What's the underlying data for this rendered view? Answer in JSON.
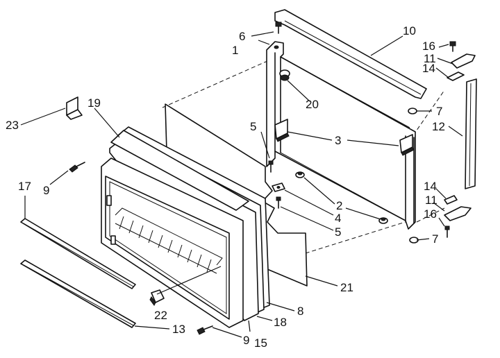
{
  "callouts": {
    "c1": "1",
    "c2": "2",
    "c3": "3",
    "c4": "4",
    "c5a": "5",
    "c5b": "5",
    "c6": "6",
    "c7a": "7",
    "c7b": "7",
    "c8": "8",
    "c9a": "9",
    "c9b": "9",
    "c10": "10",
    "c11a": "11",
    "c11b": "11",
    "c12": "12",
    "c13": "13",
    "c14a": "14",
    "c14b": "14",
    "c15": "15",
    "c16a": "16",
    "c16b": "16",
    "c17": "17",
    "c18": "18",
    "c19": "19",
    "c20": "20",
    "c21": "21",
    "c22": "22",
    "c23": "23"
  }
}
